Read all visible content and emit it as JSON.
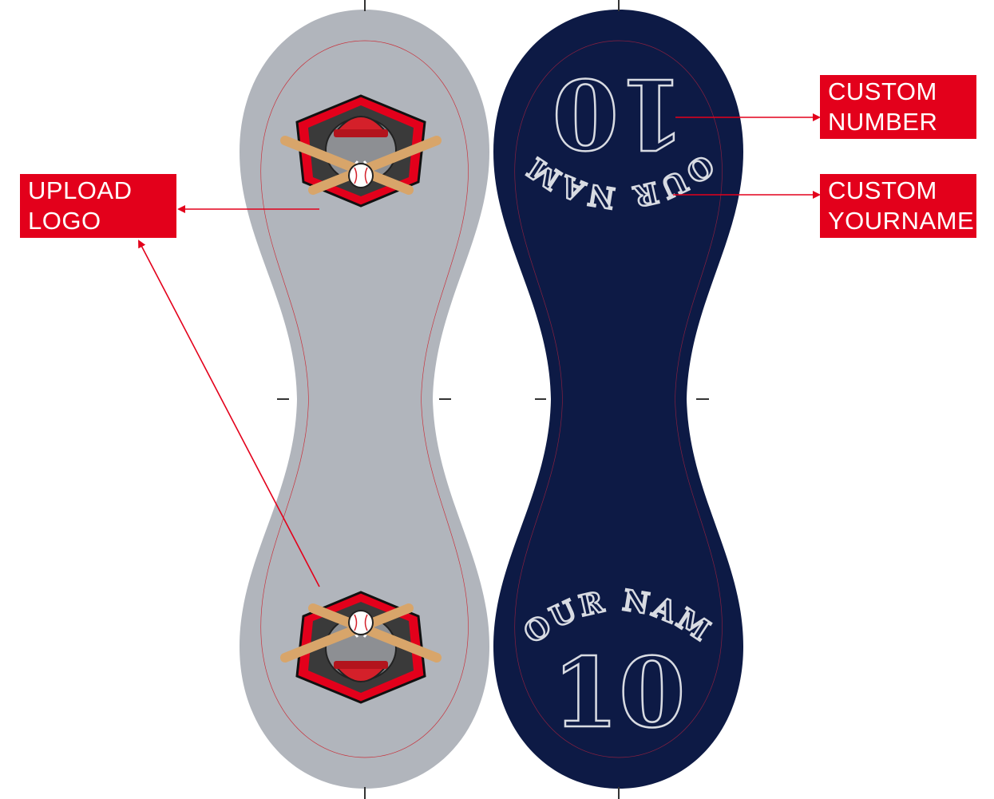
{
  "labels": {
    "upload_logo": [
      "UPLOAD",
      "LOGO"
    ],
    "custom_number": [
      "CUSTOM",
      "NUMBER"
    ],
    "custom_yourname": [
      "CUSTOM",
      "YOURNAME"
    ]
  },
  "panel_right": {
    "top_number": "10",
    "top_name": "YOUR NAME",
    "bottom_name": "YOUR NAME",
    "bottom_number": "10"
  },
  "colors": {
    "left_panel": "#b1b5bc",
    "right_panel": "#0d1a45",
    "callout": "#e3001b",
    "seam": "#c8303a"
  }
}
